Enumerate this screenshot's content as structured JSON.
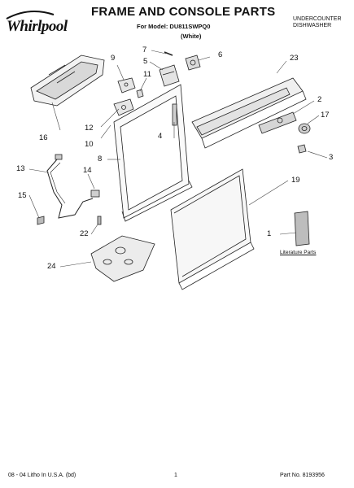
{
  "header": {
    "brand": "Whirlpool",
    "title": "FRAME AND CONSOLE PARTS",
    "model_line": "For Model: DU811SWPQ0",
    "color_line": "(White)",
    "product_line1": "UNDERCOUNTER",
    "product_line2": "DISHWASHER"
  },
  "diagram": {
    "callouts": [
      "1",
      "2",
      "3",
      "4",
      "5",
      "6",
      "7",
      "8",
      "9",
      "10",
      "11",
      "12",
      "13",
      "14",
      "15",
      "16",
      "17",
      "19",
      "22",
      "23",
      "24"
    ],
    "literature_label": "Literature Parts"
  },
  "footer": {
    "left": "08 - 04 Litho In U.S.A. (bd)",
    "center": "1",
    "right": "Part No. 8193956"
  }
}
